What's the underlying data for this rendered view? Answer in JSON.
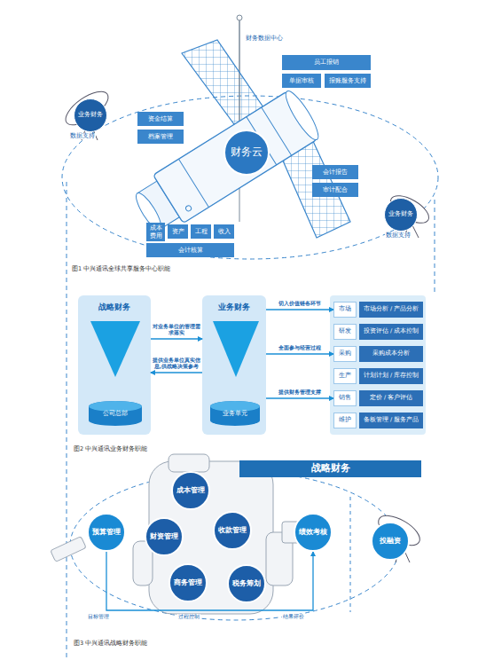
{
  "diagram": {
    "nodes": [
      {
        "text": [
          "财务云"
        ]
      },
      {
        "text": [
          "员工报销"
        ]
      },
      {
        "text": [
          "单据审核"
        ]
      },
      {
        "text": [
          "报账服务支持"
        ]
      },
      {
        "text": [
          "业务财务"
        ]
      },
      {
        "text": [
          "资金结算"
        ]
      },
      {
        "text": [
          "档案管理"
        ]
      },
      {
        "text": [
          "会计报告"
        ]
      },
      {
        "text": [
          "审计配合"
        ]
      },
      {
        "text": [
          "业务财务"
        ]
      },
      {
        "text": [
          "成本费用"
        ]
      },
      {
        "text": [
          "资产"
        ]
      },
      {
        "text": [
          "工程"
        ]
      },
      {
        "text": [
          "收入"
        ]
      },
      {
        "text": [
          "会计核算"
        ]
      },
      {
        "text": [
          "战略财务"
        ]
      },
      {
        "text": [
          "公司总部"
        ],
        "in": 15
      },
      {
        "text": [
          "业务财务"
        ]
      },
      {
        "text": [
          "业务单元"
        ],
        "in": 17
      },
      {
        "text": [
          "市场"
        ]
      },
      {
        "text": [
          "市场分析 / 产品分析"
        ]
      },
      {
        "text": [
          "研发"
        ]
      },
      {
        "text": [
          "投资评估 / 成本控制"
        ]
      },
      {
        "text": [
          "采购"
        ]
      },
      {
        "text": [
          "采购成本分析"
        ]
      },
      {
        "text": [
          "生产"
        ]
      },
      {
        "text": [
          "计划计划 / 库存控制"
        ]
      },
      {
        "text": [
          "销售"
        ]
      },
      {
        "text": [
          "定价 / 客户评估"
        ]
      },
      {
        "text": [
          "维护"
        ]
      },
      {
        "text": [
          "备板管理 / 服务产品"
        ]
      },
      {
        "text": [
          "战略财务"
        ]
      },
      {
        "text": [
          "成本管理"
        ]
      },
      {
        "text": [
          "预算管理"
        ]
      },
      {
        "text": [
          "财资管理"
        ]
      },
      {
        "text": [
          "收款管理"
        ]
      },
      {
        "text": [
          "绩效考核"
        ]
      },
      {
        "text": [
          "投融资"
        ]
      },
      {
        "text": [
          "商务管理"
        ]
      },
      {
        "text": [
          "税务筹划"
        ]
      }
    ],
    "edges": [
      {
        "from": 15,
        "to": 17,
        "arrow": "to",
        "label": "对业务单位的管理需求落实"
      },
      {
        "from": 17,
        "to": 15,
        "arrow": "to",
        "label": "提供业务单位真实信息,供战略决策参考"
      },
      {
        "from": 17,
        "to": 19,
        "arrow": "to",
        "label": "切入价值链各环节"
      },
      {
        "from": 17,
        "to": 23,
        "arrow": "to",
        "label": "全面参与经营过程"
      },
      {
        "from": 17,
        "to": 27,
        "arrow": "to",
        "label": "提供财务管理支撑"
      },
      {
        "from": 33,
        "to": 36,
        "arrow": "to"
      }
    ],
    "labels": [
      "财务数据中心",
      "数据支持",
      "数据支持",
      "图1 中兴通讯全球共享服务中心职能",
      "图2 中兴通讯业务财务职能",
      "目标管理",
      "过程控制",
      "结果评价",
      "图3 中兴通讯战略财务职能"
    ]
  }
}
